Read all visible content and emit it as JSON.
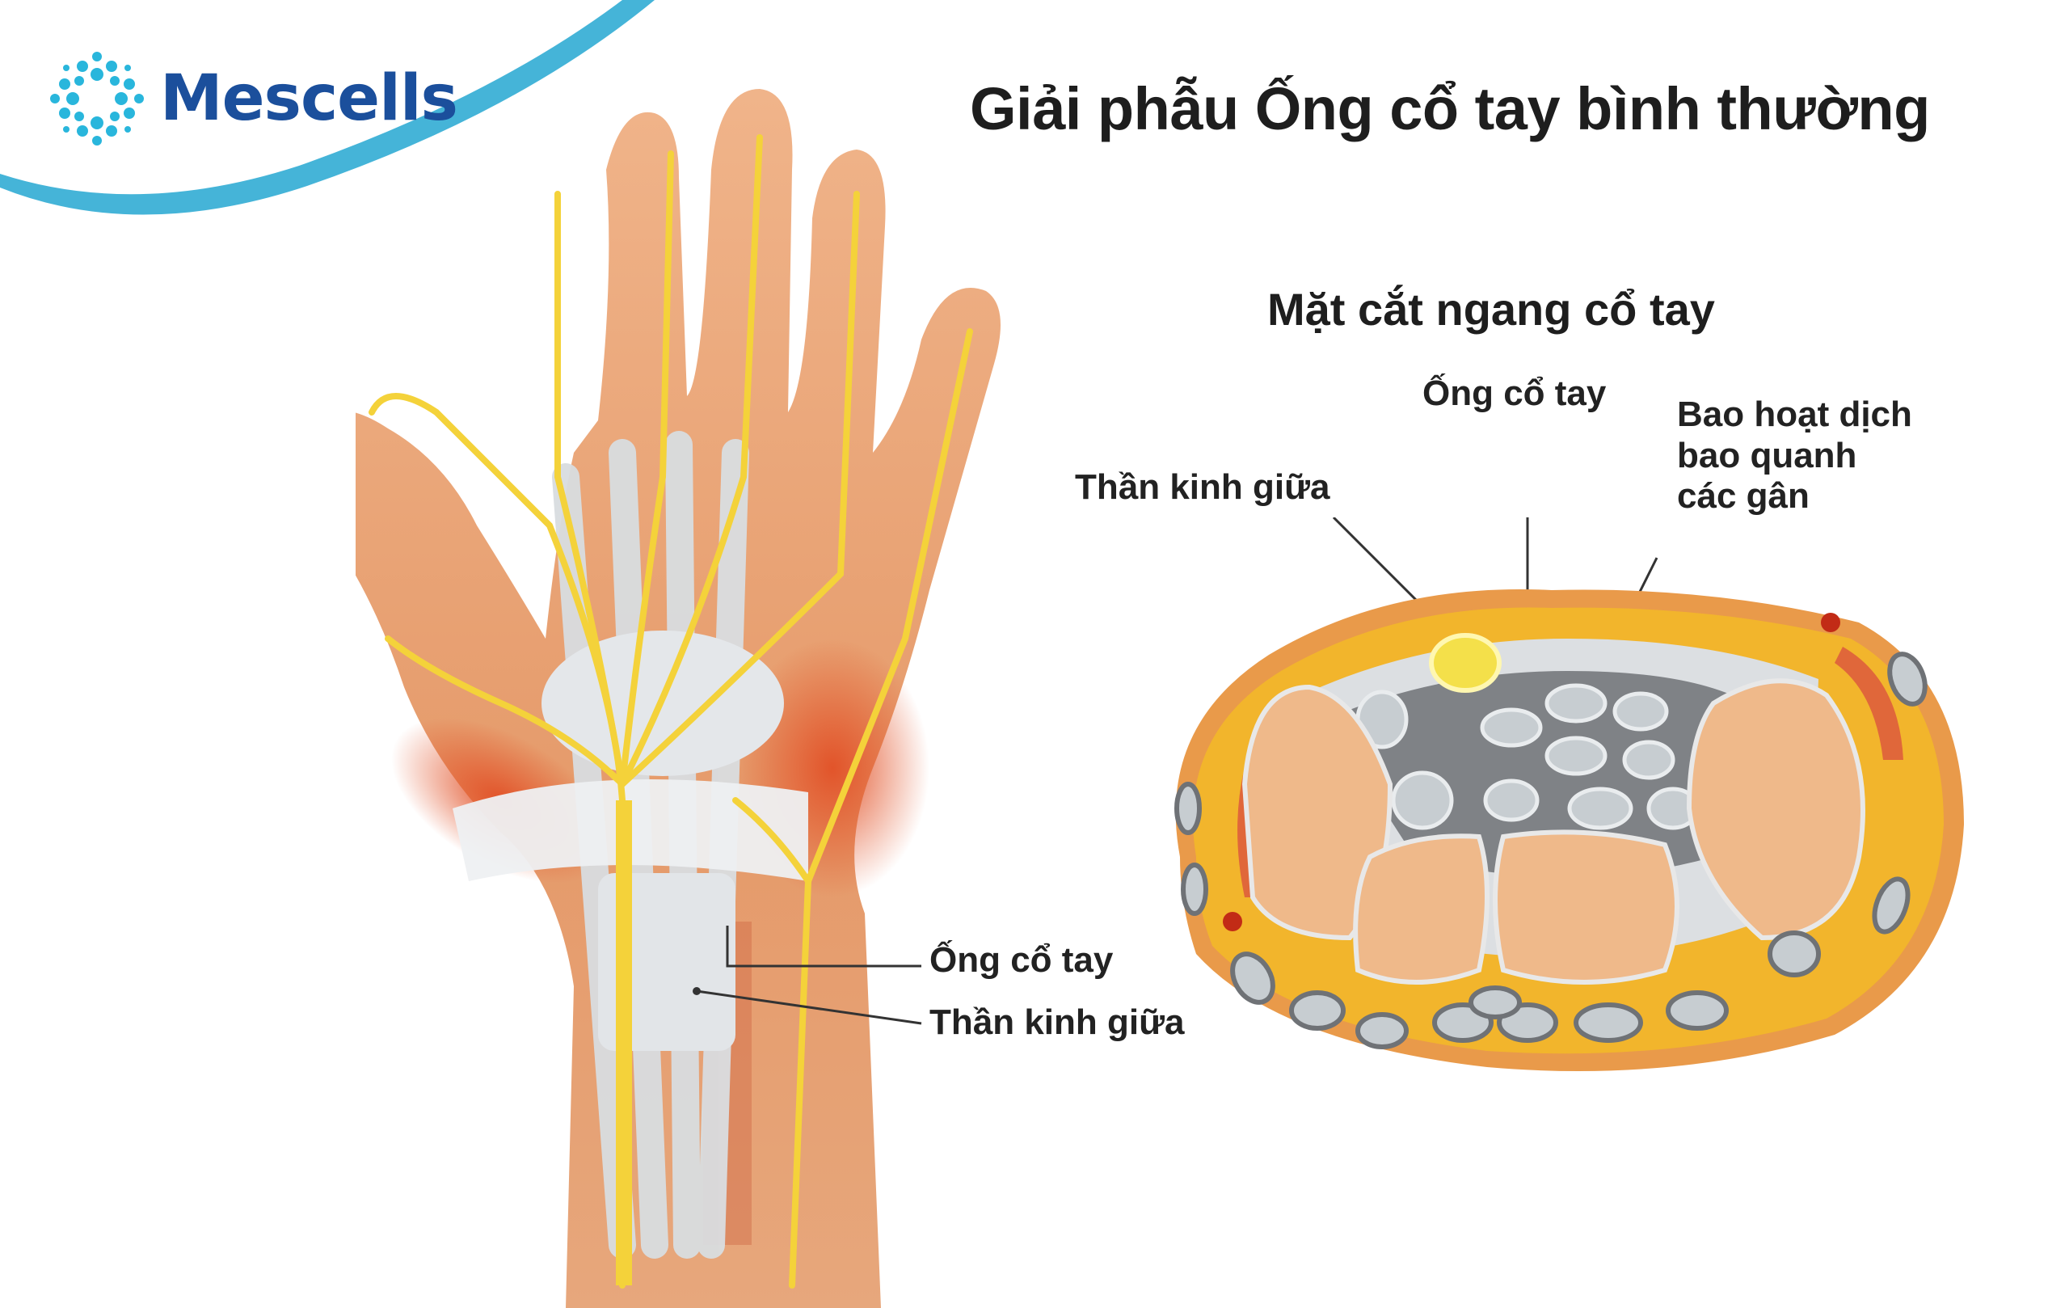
{
  "brand": {
    "name": "Mescells",
    "colors": {
      "text": "#1b4f9c",
      "icon": "#29b6dc",
      "arc": "#45b4d8"
    }
  },
  "diagram": {
    "title": "Giải phẫu Ống cổ tay bình thường",
    "hand_labels": {
      "carpal_tunnel": "Ống cổ tay",
      "median_nerve": "Thần kinh giữa"
    },
    "cross_section": {
      "title": "Mặt cắt ngang cổ tay",
      "labels": {
        "carpal_tunnel": "Ống cổ tay",
        "median_nerve": "Thần kinh giữa",
        "synovium_line1": "Bao hoạt dịch",
        "synovium_line2": "bao quanh",
        "synovium_line3": "các gân"
      }
    },
    "colors": {
      "skin": "#e9a476",
      "nerve": "#f4d23a",
      "tendon": "#d9dde0",
      "muscle": "#e0673a",
      "fat": "#f2b52c",
      "bone": "#efb98a",
      "sheath": "#7f8286"
    }
  }
}
